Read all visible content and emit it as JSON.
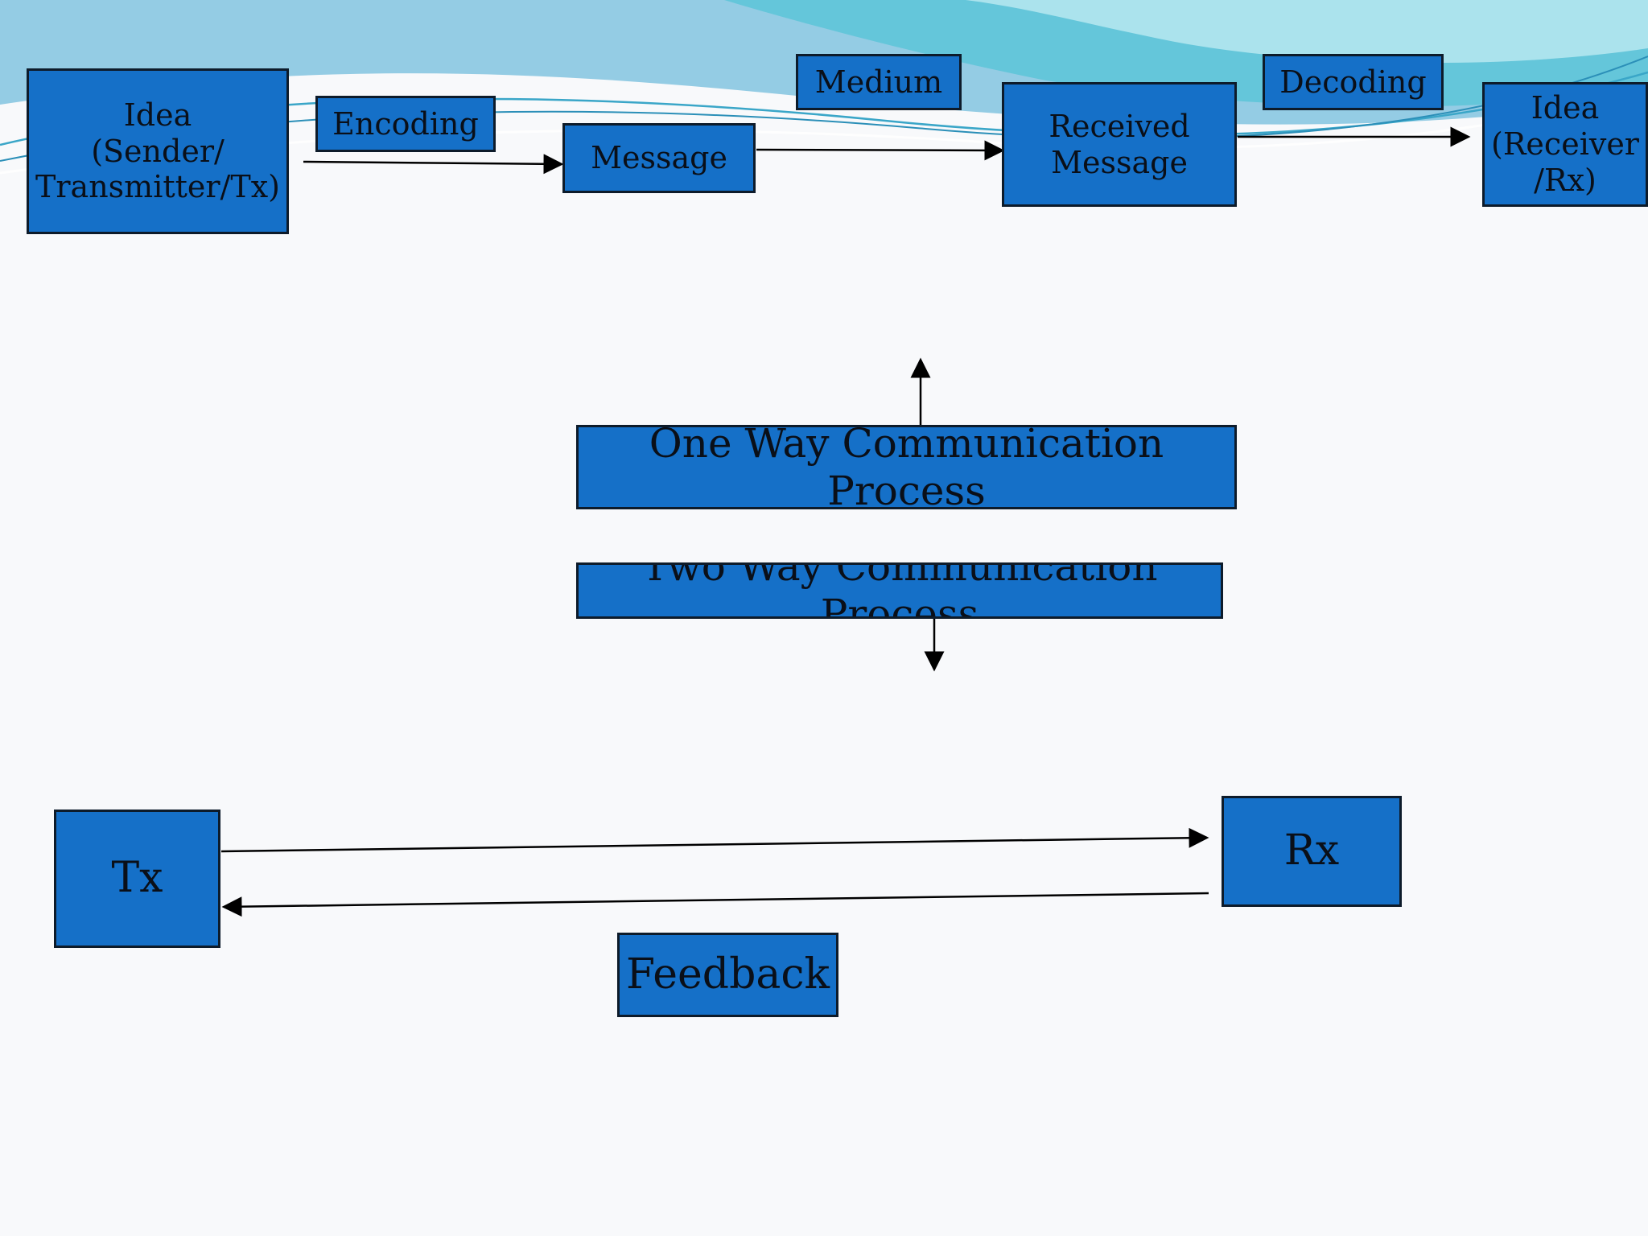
{
  "slide": {
    "background_color": "#f8f9fb",
    "box_fill_color": "#1570c8",
    "box_border_color": "#0d1b2a",
    "wave_colors": [
      "#8ec9e3",
      "#5cc4d8",
      "#b3e6ee"
    ]
  },
  "one_way": {
    "sender_box": "Idea\n(Sender/\nTransmitter/Tx)",
    "encoding_label": "Encoding",
    "message_box": "Message",
    "medium_label": "Medium",
    "received_message_box": "Received\nMessage",
    "decoding_label": "Decoding",
    "receiver_box": "Idea\n(Receiver\n/Rx)"
  },
  "titles": {
    "one_way_title": "One Way Communication Process",
    "two_way_title": "Two Way Communication Process"
  },
  "two_way": {
    "tx_box": "Tx",
    "rx_box": "Rx",
    "feedback_label": "Feedback"
  }
}
